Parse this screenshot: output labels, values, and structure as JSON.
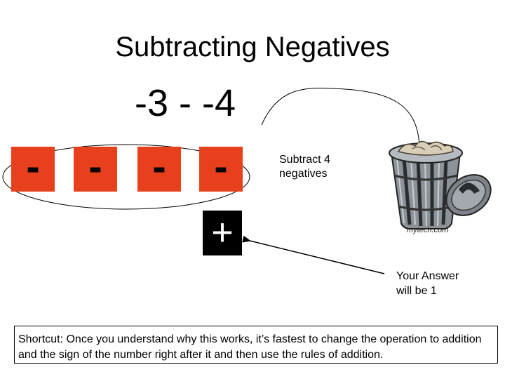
{
  "slide": {
    "title": "Subtracting Negatives",
    "expression": "-3 - -4",
    "tiles": [
      {
        "sign": "-"
      },
      {
        "sign": "-"
      },
      {
        "sign": "-"
      },
      {
        "sign": "-"
      }
    ],
    "plus_tile": "+",
    "subtract_note_line1": "Subtract 4",
    "subtract_note_line2": "negatives",
    "answer_note_line1": "Your Answer",
    "answer_note_line2": "will be 1",
    "shortcut_text": "Shortcut:  Once you understand why this works, it’s fastest to change the operation to addition and the sign of the number right after it and then use the rules of addition.",
    "watermark": "mytech.com"
  },
  "colors": {
    "tile_red": "#e8401c",
    "plus_bg": "#000000",
    "trash_gray": "#8c9298"
  },
  "icons": {
    "trash": "trash-can-icon"
  }
}
